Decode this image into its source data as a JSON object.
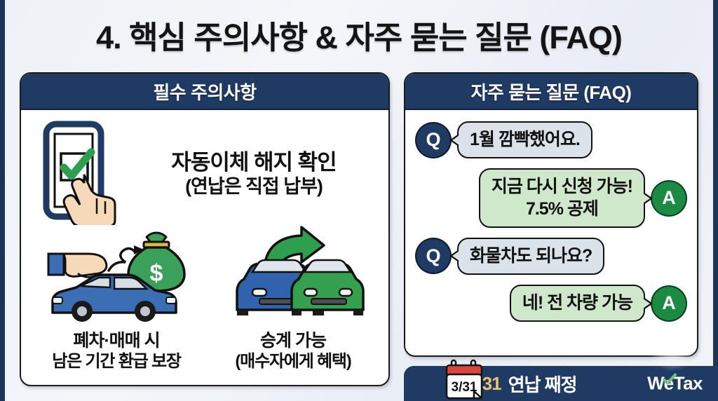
{
  "title": "4. 핵심 주의사항 & 자주 묻는 질문 (FAQ)",
  "colors": {
    "navy": "#1f3a63",
    "green": "#1b8a42",
    "q_bubble": "#dbe3ea",
    "a_bubble": "#cfe7ca",
    "gold": "#e8c46a",
    "car_blue": "#3a6fb5",
    "car_green": "#3a9e4e",
    "money_green": "#3aa05a"
  },
  "left_panel": {
    "header": "필수 주의사항",
    "top_item": {
      "icon": "phone-checkbox-tap-icon",
      "line1": "자동이체 해지 확인",
      "line2": "(연납은 직접 납부)"
    },
    "bottom_items": [
      {
        "icon": "hand-car-moneybag-icon",
        "caption1": "폐차·매매 시",
        "caption2": "남은 기간 환급 보장"
      },
      {
        "icon": "two-cars-arrow-icon",
        "caption1": "승계 가능",
        "caption2": "(매수자에게 혜택)"
      }
    ]
  },
  "right_panel": {
    "header": "자주 묻는 질문 (FAQ)",
    "faq": [
      {
        "role": "q",
        "badge": "Q",
        "text": "1월 깜빡했어요."
      },
      {
        "role": "a",
        "badge": "A",
        "line1": "지금 다시 신청 가능!",
        "line2": "7.5% 공제"
      },
      {
        "role": "q",
        "badge": "Q",
        "text": "화물차도 되나요?"
      },
      {
        "role": "a",
        "badge": "A",
        "line1": "네! 전 차량 가능",
        "line2": ""
      }
    ]
  },
  "bottom_bar": {
    "calendar_label": "3/31",
    "date": "3/31",
    "label": "연납 째정",
    "logo": "WeTax"
  }
}
